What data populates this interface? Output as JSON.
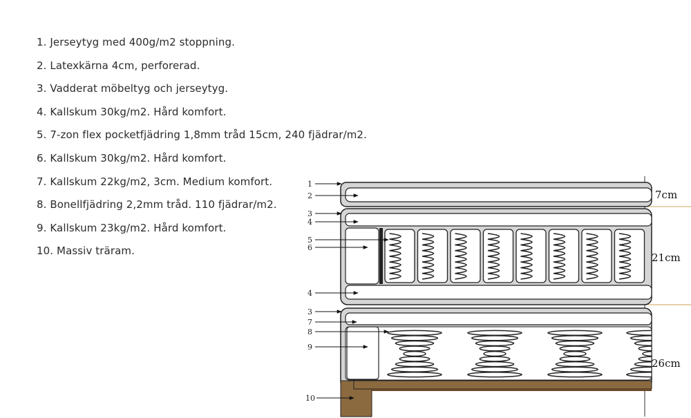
{
  "specs": [
    "1. Jerseytyg med 400g/m2 stoppning.",
    "2. Latexkärna 4cm, perforerad.",
    "3. Vadderat möbeltyg och jerseytyg.",
    "4. Kallskum 30kg/m2. Hård komfort.",
    "5. 7-zon flex pocketfjädring 1,8mm tråd 15cm, 240 fjädrar/m2.",
    "6. Kallskum 30kg/m2. Hård komfort.",
    "7. Kallskum 22kg/m2, 3cm. Medium komfort.",
    "8. Bonellfjädring 2,2mm tråd. 110 fjädrar/m2.",
    "9. Kallskum 23kg/m2. Hård komfort.",
    "10. Massiv träram."
  ],
  "diagram": {
    "callouts": {
      "c1": "1",
      "c2": "2",
      "c3a": "3",
      "c4a": "4",
      "c5": "5",
      "c6": "6",
      "c4b": "4",
      "c3b": "3",
      "c7": "7",
      "c8": "8",
      "c9": "9",
      "c10": "10"
    },
    "dimensions": {
      "top": "7cm",
      "middle": "21cm",
      "bottom": "26cm"
    },
    "colors": {
      "casing": "#d5d5d5",
      "outline": "#222222",
      "wood": "#8c6a3f",
      "wood_board": "#6b4a2a"
    }
  }
}
